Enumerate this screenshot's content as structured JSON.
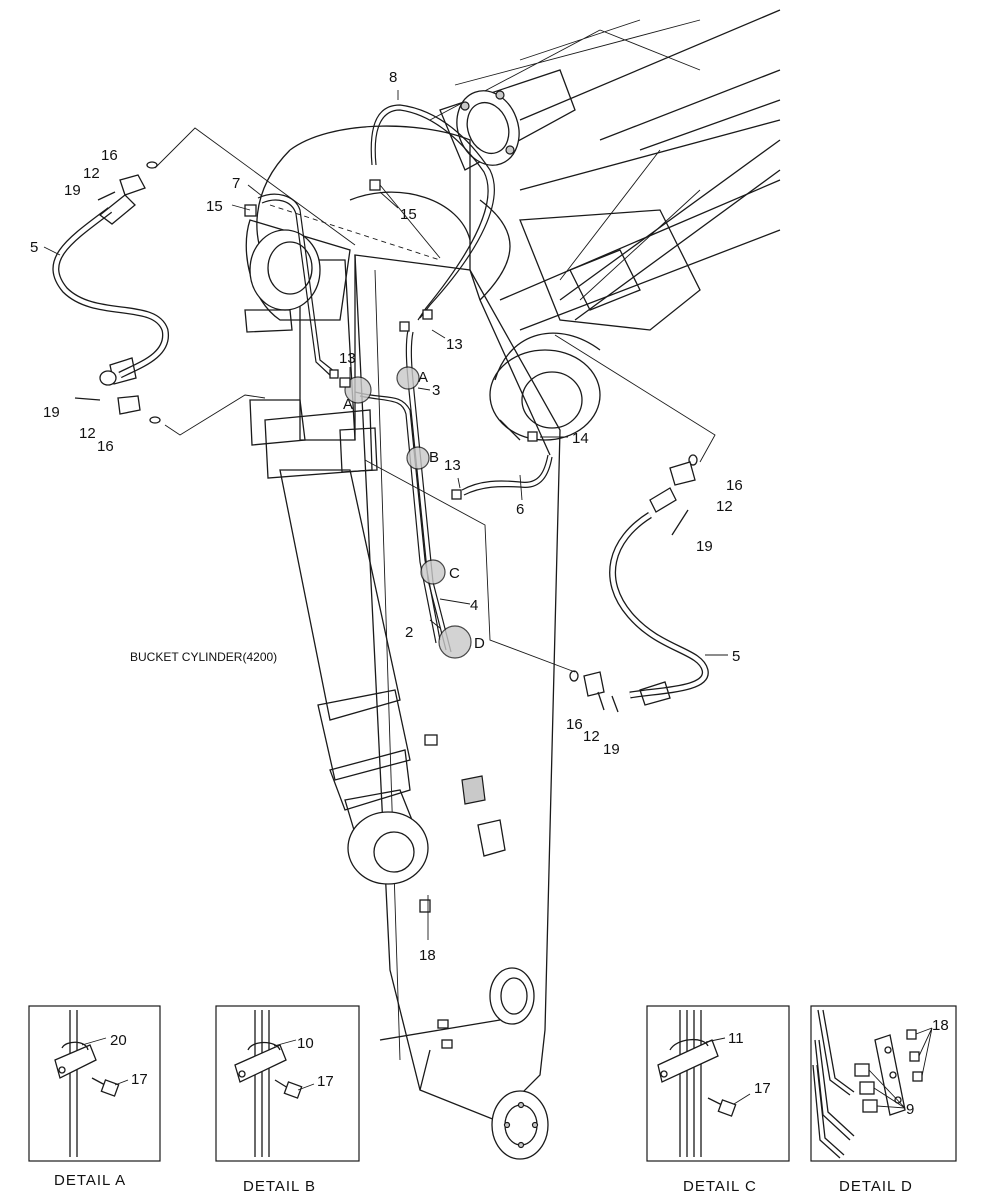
{
  "callouts": {
    "n8": "8",
    "n16_top": "16",
    "n12_left": "12",
    "n19_left": "19",
    "n7": "7",
    "n15_left": "15",
    "n15_mid": "15",
    "n5_left": "5",
    "n13_top": "13",
    "n13_left": "13",
    "n3": "3",
    "nA_1": "A",
    "nA_2": "A",
    "n19_low": "19",
    "n12_low": "12",
    "n16_low": "16",
    "nB": "B",
    "n13_mid": "13",
    "n14": "14",
    "n6": "6",
    "n16_right": "16",
    "n12_right": "12",
    "n19_right": "19",
    "nC": "C",
    "n4": "4",
    "n2": "2",
    "nD": "D",
    "n5_right": "5",
    "n16_bot": "16",
    "n12_bot": "12",
    "n19_bot": "19",
    "n18": "18"
  },
  "bucket_cylinder_label": "BUCKET CYLINDER(4200)",
  "details": {
    "a": {
      "caption": "DETAIL  A",
      "clamp": "20",
      "bolt": "17"
    },
    "b": {
      "caption": "DETAIL  B",
      "clamp": "10",
      "bolt": "17"
    },
    "c": {
      "caption": "DETAIL  C",
      "clamp": "11",
      "bolt": "17"
    },
    "d": {
      "caption": "DETAIL  D",
      "plug": "18",
      "fitting": "9"
    }
  }
}
